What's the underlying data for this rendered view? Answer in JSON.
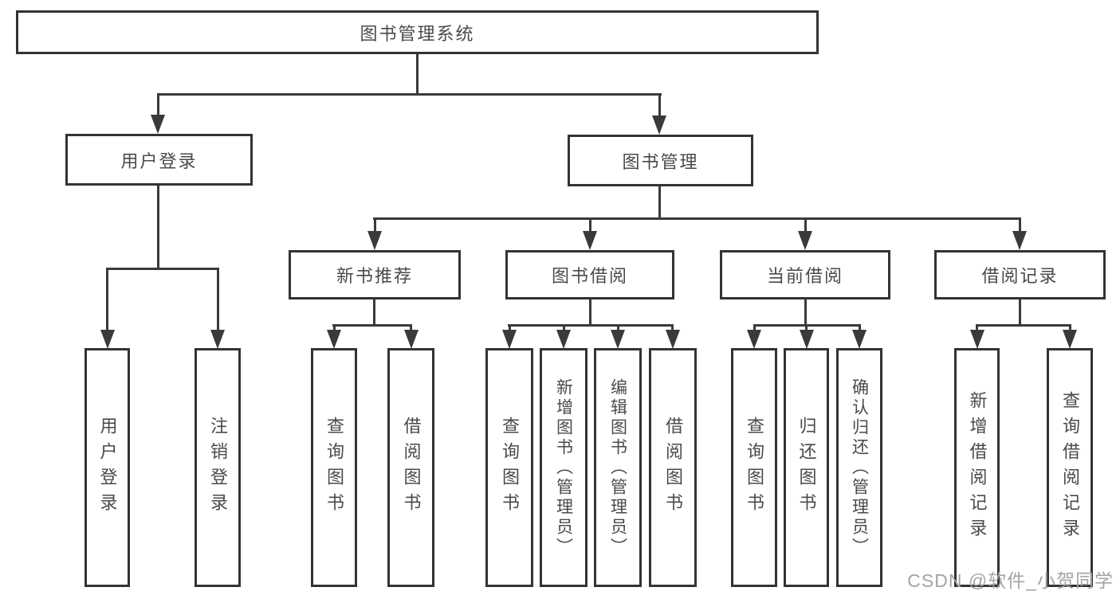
{
  "diagram": {
    "root": {
      "label": "图书管理系统"
    },
    "level1": [
      {
        "label": "用户登录"
      },
      {
        "label": "图书管理"
      }
    ],
    "level2": [
      {
        "label": "新书推荐"
      },
      {
        "label": "图书借阅"
      },
      {
        "label": "当前借阅"
      },
      {
        "label": "借阅记录"
      }
    ],
    "leaves": {
      "user_login": [
        {
          "label": "用户登录"
        },
        {
          "label": "注销登录"
        }
      ],
      "new_book": [
        {
          "label": "查询图书"
        },
        {
          "label": "借阅图书"
        }
      ],
      "book_borrow": [
        {
          "label": "查询图书"
        },
        {
          "label": "新增图书（管理员）"
        },
        {
          "label": "编辑图书（管理员）"
        },
        {
          "label": "借阅图书"
        }
      ],
      "current_borrow": [
        {
          "label": "查询图书"
        },
        {
          "label": "归还图书"
        },
        {
          "label": "确认归还（管理员）"
        }
      ],
      "borrow_record": [
        {
          "label": "新增借阅记录"
        },
        {
          "label": "查询借阅记录"
        }
      ]
    },
    "colors": {
      "line": "#3a3a3a",
      "border": "#333333",
      "text": "#4a4a4a",
      "background": "#ffffff",
      "watermark": "#a9a2a2"
    }
  },
  "watermark": {
    "text": "CSDN @软件_小贺同学"
  }
}
